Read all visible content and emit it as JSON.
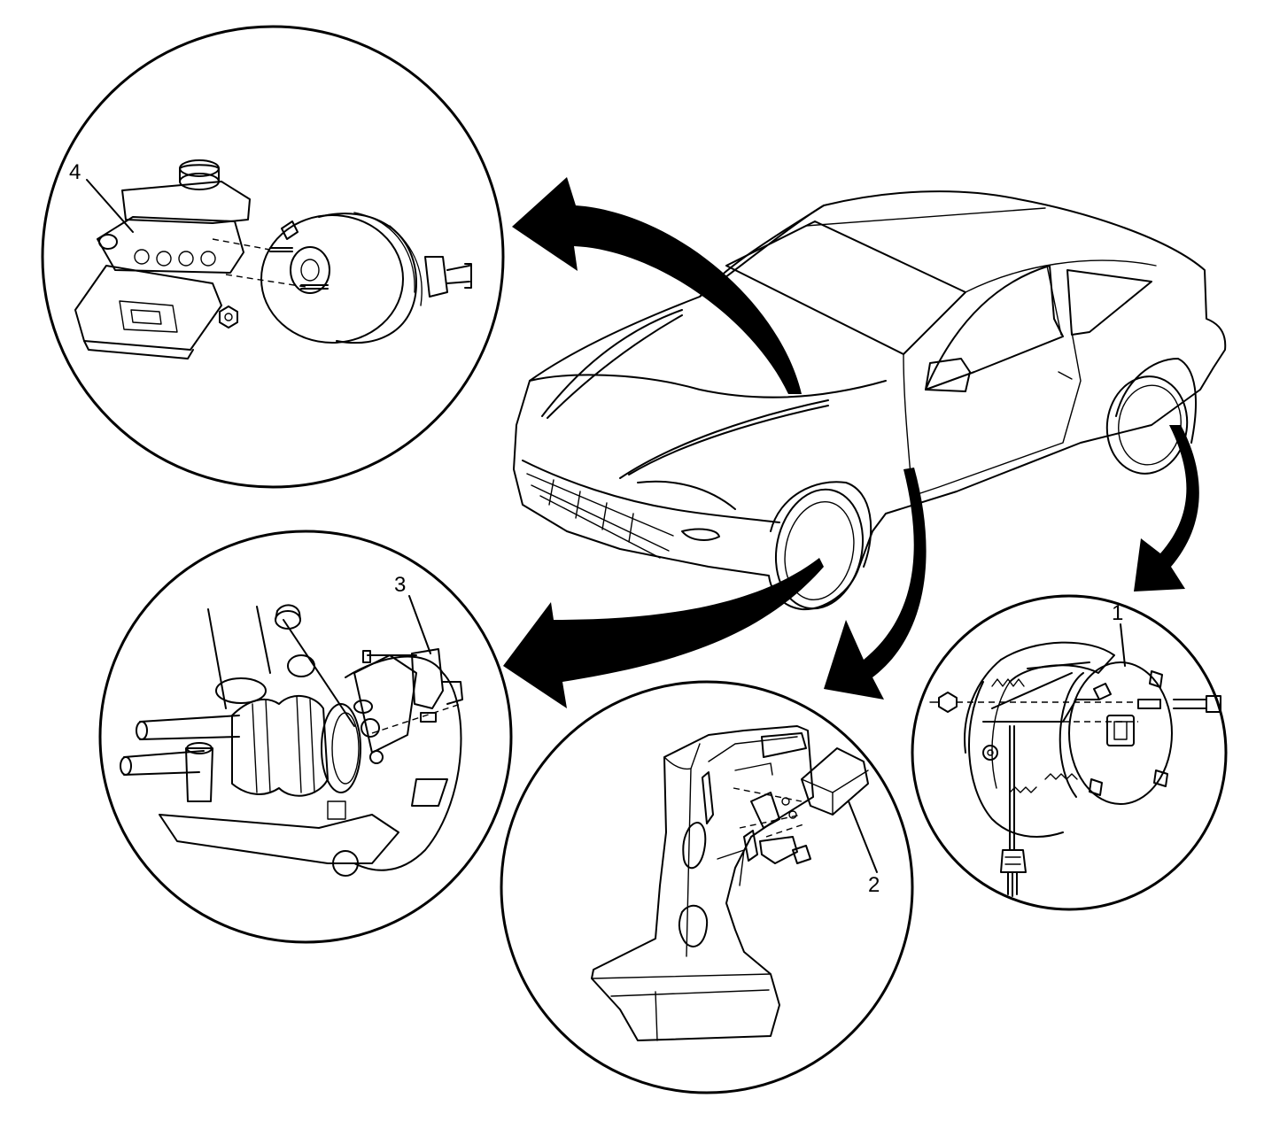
{
  "callouts": [
    {
      "id": "1",
      "text": "1"
    },
    {
      "id": "2",
      "text": "2"
    },
    {
      "id": "3",
      "text": "3"
    },
    {
      "id": "4",
      "text": "4"
    }
  ],
  "colors": {
    "line": "#000000",
    "background": "#ffffff"
  }
}
